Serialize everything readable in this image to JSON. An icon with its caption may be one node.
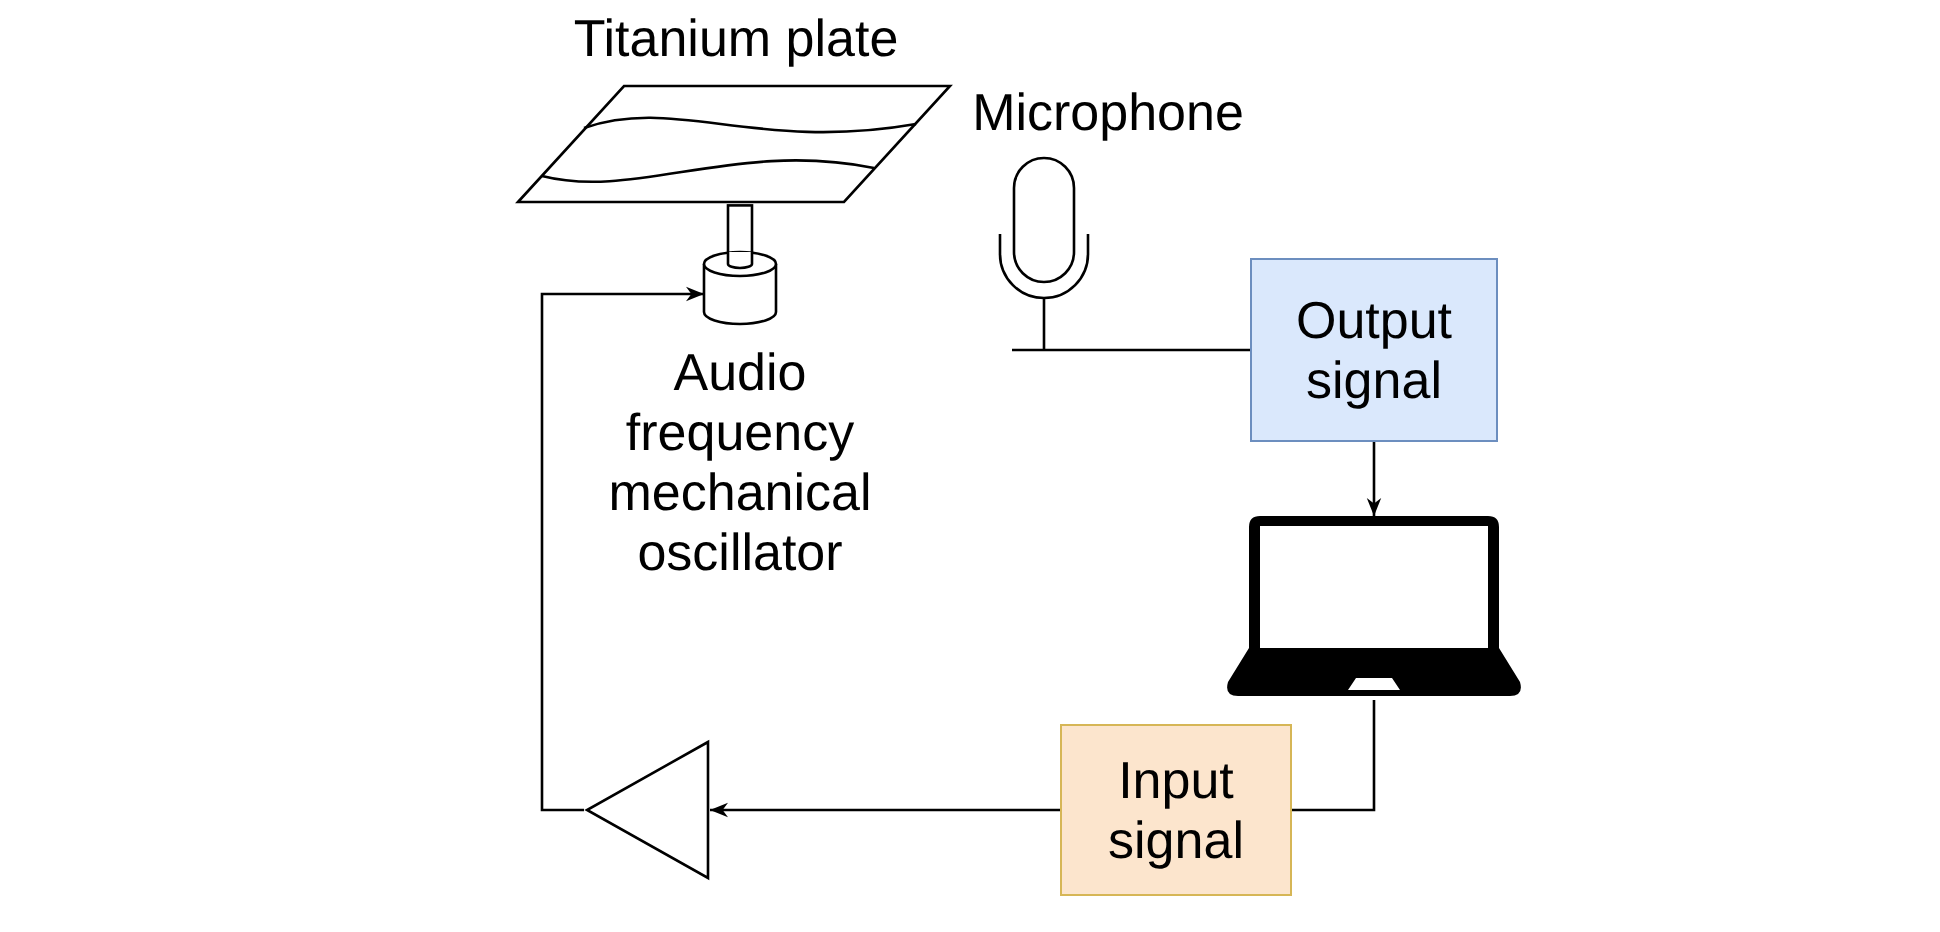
{
  "diagram": {
    "nodes": [
      {
        "text": [
          "Titanium plate"
        ]
      },
      {
        "text": [
          "Microphone"
        ]
      },
      {
        "text": [
          "Output signal"
        ]
      },
      {
        "text": [
          "Audio frequency mechanical oscillator"
        ]
      },
      {
        "text": [],
        "shape": "laptop"
      },
      {
        "text": [
          "Input signal"
        ]
      },
      {
        "text": [],
        "shape": "triangle"
      }
    ],
    "edges": [
      {
        "from": 1,
        "to": 2,
        "arrow": "none"
      },
      {
        "from": 2,
        "to": 4,
        "arrow": "to"
      },
      {
        "from": 4,
        "to": 5,
        "arrow": "none"
      },
      {
        "from": 5,
        "to": 6,
        "arrow": "to"
      },
      {
        "from": 6,
        "to": 3,
        "arrow": "to"
      }
    ]
  }
}
